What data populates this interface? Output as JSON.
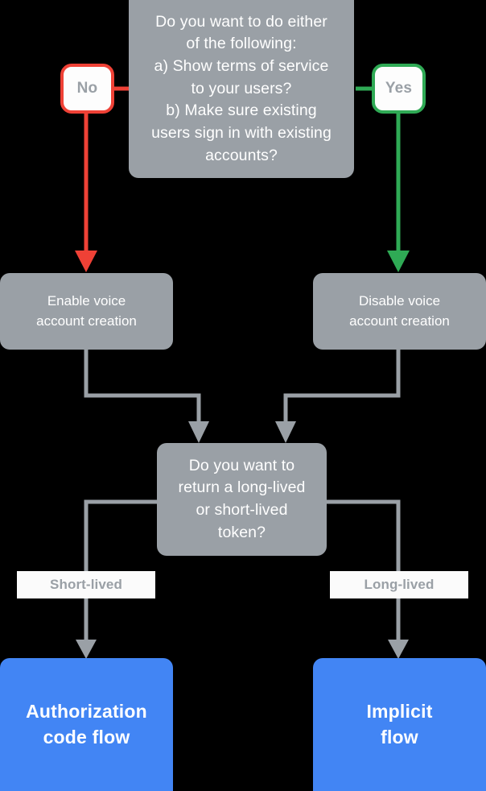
{
  "diagram": {
    "title": "Account linking flow decision chart",
    "background_color": "#000000",
    "colors": {
      "node_gray": "#9aa0a6",
      "terminal_blue": "#4285f4",
      "no_red": "#ef4136",
      "yes_green": "#2faa55",
      "wire_gray": "#9aa0a6",
      "chip_white": "#fbfbfb",
      "node_text": "#ffffff"
    }
  },
  "nodes": {
    "top_decision": {
      "text": "Do you want to do either\nof the following:\na) Show terms of service\nto your users?\nb) Make sure existing\nusers sign in with existing\naccounts?"
    },
    "no_pill": {
      "label": "No"
    },
    "yes_pill": {
      "label": "Yes"
    },
    "enable_voice": {
      "text": "Enable voice\naccount creation"
    },
    "disable_voice": {
      "text": "Disable voice\naccount creation"
    },
    "token_decision": {
      "text": "Do you want to\nreturn a long-lived\nor short-lived\ntoken?"
    },
    "short_lived_label": {
      "label": "Short-lived"
    },
    "long_lived_label": {
      "label": "Long-lived"
    },
    "auth_code_flow": {
      "text": "Authorization\ncode flow"
    },
    "implicit_flow": {
      "text": "Implicit\nflow"
    }
  },
  "edges": [
    {
      "from": "top_decision",
      "to": "no_pill",
      "branch": "No",
      "color": "#ef4136"
    },
    {
      "from": "top_decision",
      "to": "yes_pill",
      "branch": "Yes",
      "color": "#2faa55"
    },
    {
      "from": "no_pill",
      "to": "enable_voice",
      "color": "#ef4136"
    },
    {
      "from": "yes_pill",
      "to": "disable_voice",
      "color": "#2faa55"
    },
    {
      "from": "enable_voice",
      "to": "token_decision",
      "color": "#9aa0a6"
    },
    {
      "from": "disable_voice",
      "to": "token_decision",
      "color": "#9aa0a6"
    },
    {
      "from": "token_decision",
      "to": "auth_code_flow",
      "branch": "Short-lived",
      "color": "#9aa0a6"
    },
    {
      "from": "token_decision",
      "to": "implicit_flow",
      "branch": "Long-lived",
      "color": "#9aa0a6"
    }
  ]
}
